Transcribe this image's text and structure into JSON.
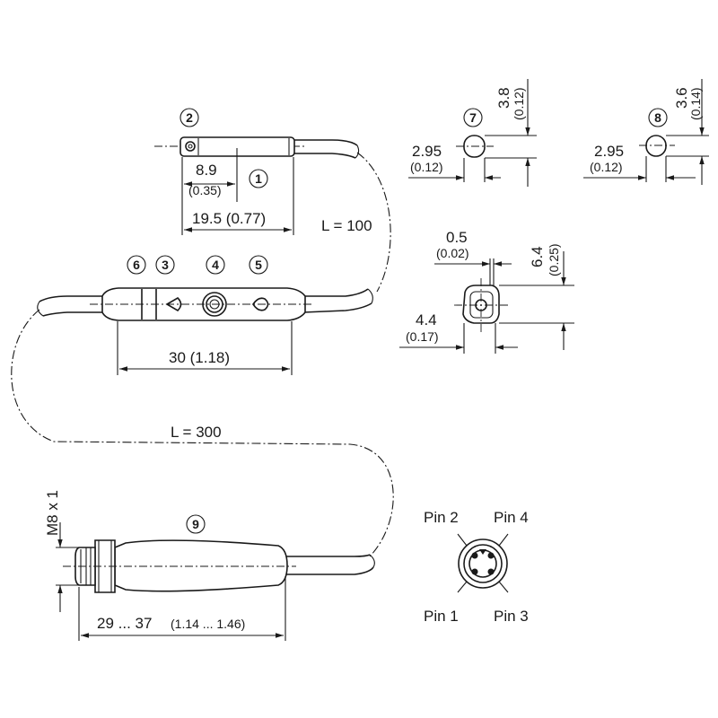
{
  "callouts": {
    "c1": "1",
    "c2": "2",
    "c3": "3",
    "c4": "4",
    "c5": "5",
    "c6": "6",
    "c7": "7",
    "c8": "8",
    "c9": "9"
  },
  "sensor": {
    "dim_hole": "8.9",
    "dim_hole_in": "(0.35)",
    "dim_length": "19.5 (0.77)",
    "cable_length": "L = 100"
  },
  "housing": {
    "dim_length": "30 (1.18)",
    "cable_length": "L = 300"
  },
  "section7": {
    "width": "2.95",
    "width_in": "(0.12)",
    "height": "3.8",
    "height_in": "(0.12)"
  },
  "section8": {
    "width": "2.95",
    "width_in": "(0.12)",
    "height": "3.6",
    "height_in": "(0.14)"
  },
  "mount": {
    "gap": "0.5",
    "gap_in": "(0.02)",
    "height": "6.4",
    "height_in": "(0.25)",
    "width": "4.4",
    "width_in": "(0.17)"
  },
  "connector": {
    "thread": "M8 x 1",
    "length": "29 ... 37",
    "length_in": "(1.14 ... 1.46)"
  },
  "pins": {
    "pin1": "Pin 1",
    "pin2": "Pin 2",
    "pin3": "Pin 3",
    "pin4": "Pin 4"
  }
}
